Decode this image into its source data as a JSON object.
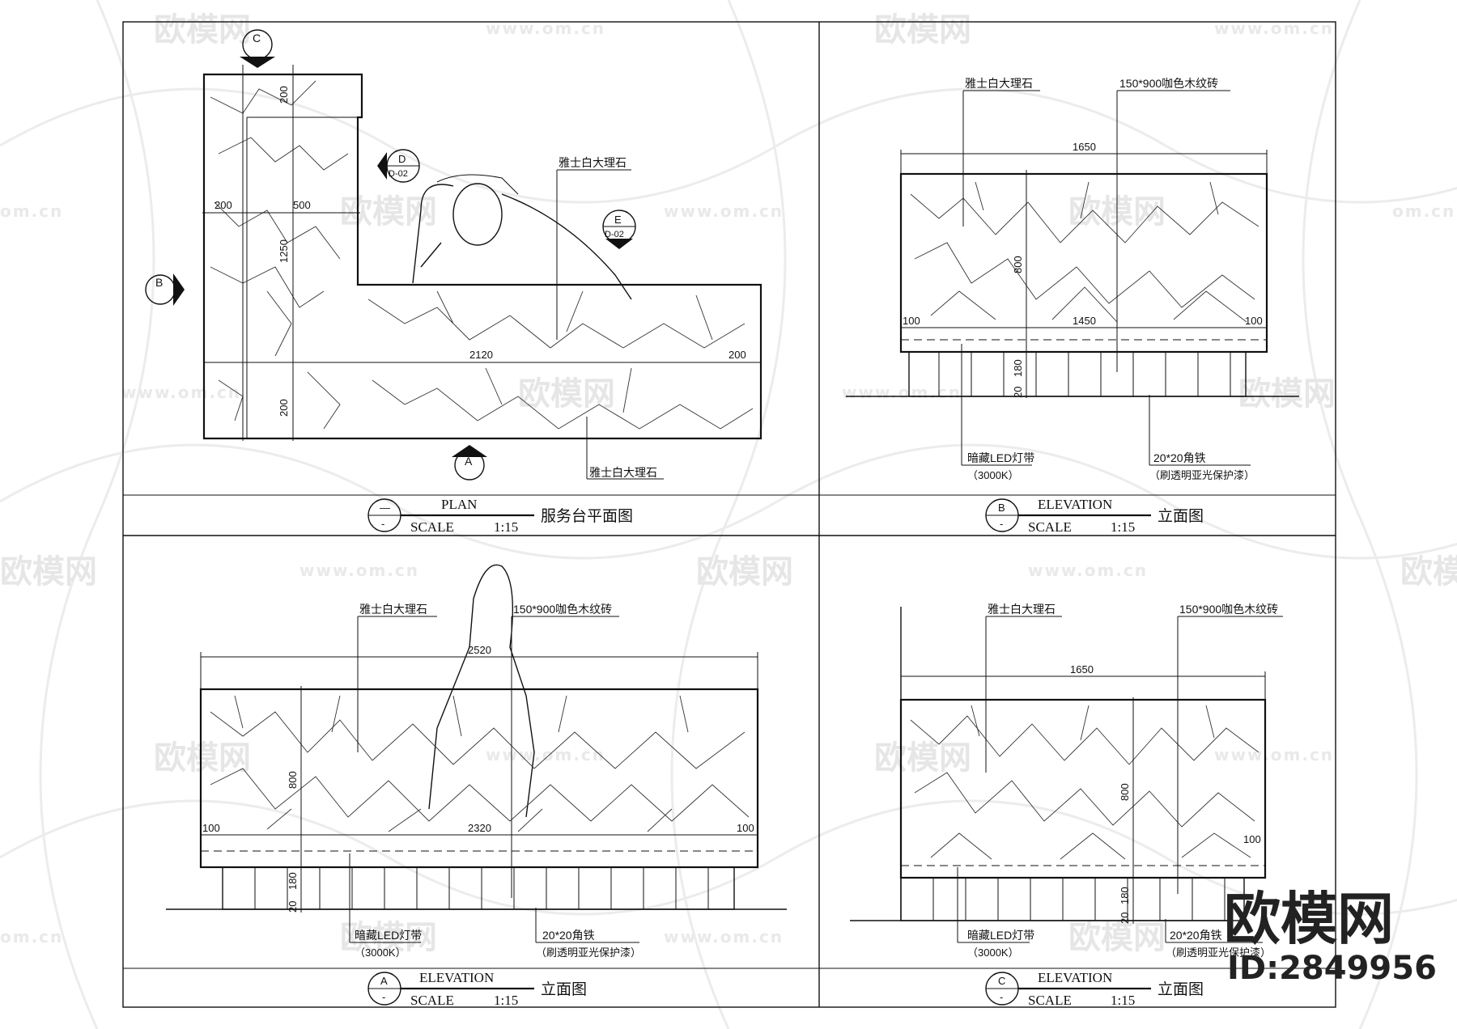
{
  "watermark": {
    "brand": "欧模网",
    "url": "www.om.cn",
    "url_short": "om.cn",
    "id": "ID:2849956"
  },
  "panels": {
    "plan": {
      "circle_top": "—",
      "circle_bottom": "-",
      "type": "PLAN",
      "scale_label": "SCALE",
      "scale": "1:15",
      "title": "服务台平面图",
      "note_top": "雅士白大理石",
      "note_bottom": "雅士白大理石",
      "dims": {
        "d200a": "200",
        "d1250": "1250",
        "d200b": "200",
        "d200c": "200",
        "d500": "500",
        "d2120": "2120",
        "d200d": "200"
      },
      "markers": {
        "a": "A",
        "b": "B",
        "c": "C",
        "d": "D",
        "d_ref": "D-02",
        "e": "E",
        "e_ref": "D-02"
      }
    },
    "elev_b": {
      "circle_top": "B",
      "circle_bottom": "-",
      "type": "ELEVATION",
      "scale_label": "SCALE",
      "scale": "1:15",
      "title": "立面图",
      "note_marble": "雅士白大理石",
      "note_tile": "150*900咖色木纹砖",
      "note_led": "暗藏LED灯带",
      "note_led_sub": "（3000K）",
      "note_angle": "20*20角铁",
      "note_angle_sub": "（刷透明亚光保护漆）",
      "dims": {
        "width": "1650",
        "inner": "1450",
        "left": "100",
        "right": "100",
        "height": "800",
        "base": "180",
        "bottom": "20"
      }
    },
    "elev_a": {
      "circle_top": "A",
      "circle_bottom": "-",
      "type": "ELEVATION",
      "scale_label": "SCALE",
      "scale": "1:15",
      "title": "立面图",
      "note_marble": "雅士白大理石",
      "note_tile": "150*900咖色木纹砖",
      "note_led": "暗藏LED灯带",
      "note_led_sub": "（3000K）",
      "note_angle": "20*20角铁",
      "note_angle_sub": "（刷透明亚光保护漆）",
      "dims": {
        "width": "2520",
        "inner": "2320",
        "left": "100",
        "right": "100",
        "height": "800",
        "base": "180",
        "bottom": "20"
      }
    },
    "elev_c": {
      "circle_top": "C",
      "circle_bottom": "-",
      "type": "ELEVATION",
      "scale_label": "SCALE",
      "scale": "1:15",
      "title": "立面图",
      "note_marble": "雅士白大理石",
      "note_tile": "150*900咖色木纹砖",
      "note_led": "暗藏LED灯带",
      "note_led_sub": "（3000K）",
      "note_angle": "20*20角铁",
      "note_angle_sub": "（刷透明亚光保护漆）",
      "dims": {
        "width": "1650",
        "right": "100",
        "height": "800",
        "base": "180",
        "bottom": "20"
      }
    }
  }
}
